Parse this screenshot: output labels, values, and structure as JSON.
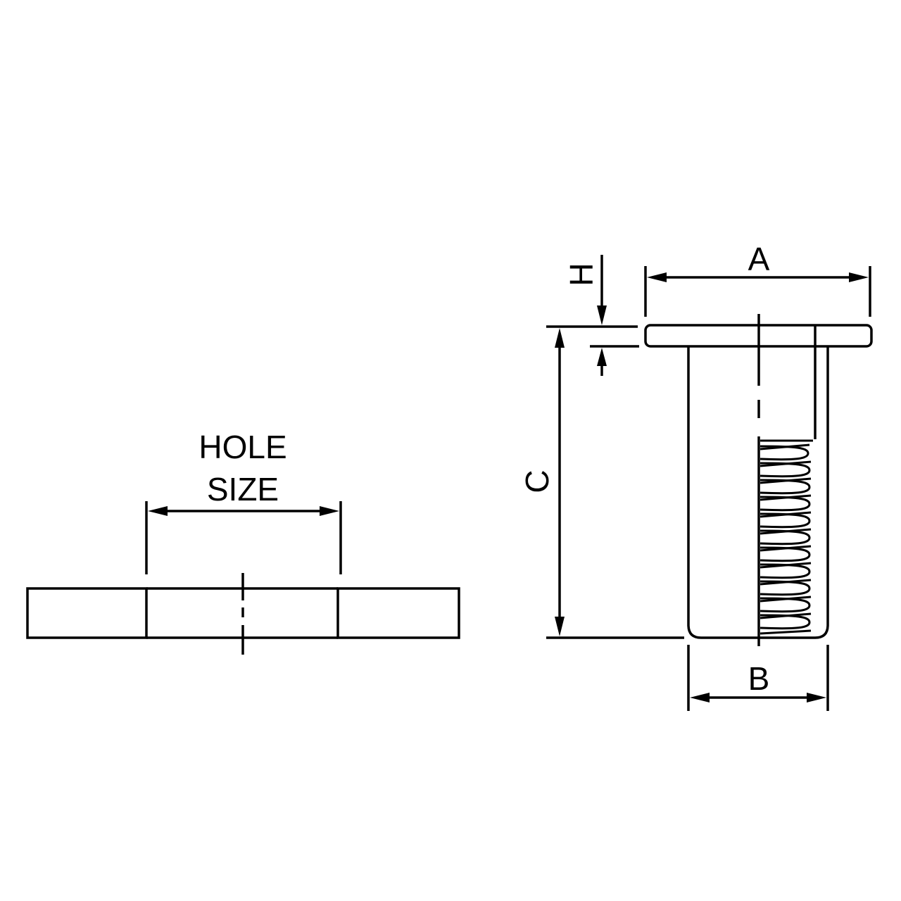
{
  "hole": {
    "label_line1": "HOLE",
    "label_line2": "SIZE"
  },
  "dimensions": {
    "a": "A",
    "b": "B",
    "c": "C",
    "h": "H"
  },
  "colors": {
    "line": "#000000",
    "background": "#ffffff"
  }
}
